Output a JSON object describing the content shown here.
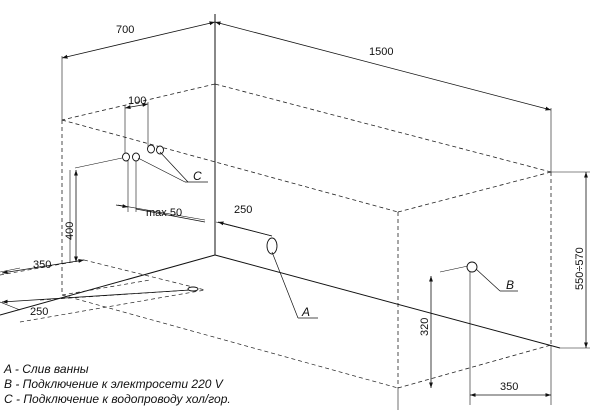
{
  "dimensions": {
    "width_700": "700",
    "length_1500": "1500",
    "offset_100": "100",
    "height_400": "400",
    "max_50": "max 50",
    "drain_250": "250",
    "side_350_left": "350",
    "side_250_left": "250",
    "height_320": "320",
    "height_range": "550÷570",
    "side_350_bottom": "350"
  },
  "callouts": {
    "a": "A",
    "b": "B",
    "c": "C"
  },
  "legend": {
    "a": "A - Слив ванны",
    "b": "B - Подключение к электросети 220 V",
    "c": "C - Подключение к водопроводу хол/гор."
  }
}
